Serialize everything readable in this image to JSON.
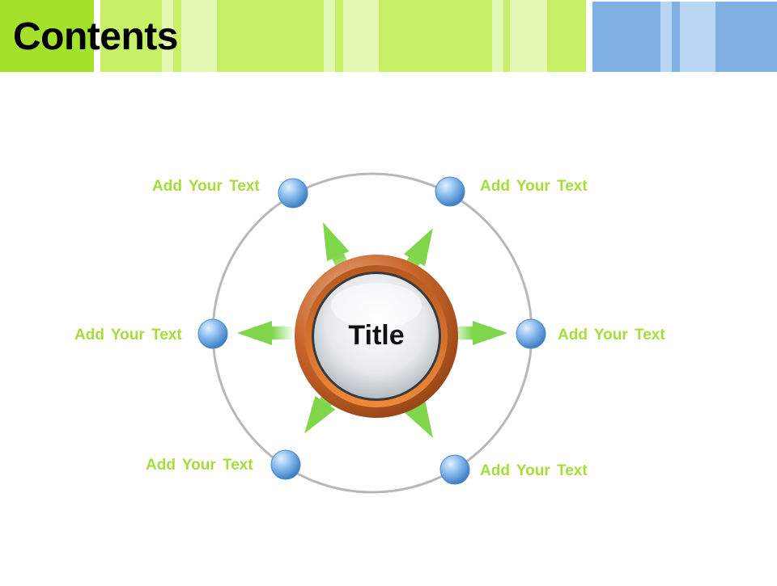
{
  "header": {
    "title": "Contents",
    "colors": {
      "green": "#a5e02a",
      "light_green": "#c8f066",
      "pale_green": "#e4f9b3",
      "blue": "#7fb2e3",
      "light_blue": "#b9d6f4"
    }
  },
  "diagram": {
    "center_title": "Title",
    "nodes": [
      {
        "label": "Add Your Text"
      },
      {
        "label": "Add Your Text"
      },
      {
        "label": "Add Your Text"
      },
      {
        "label": "Add Your Text"
      },
      {
        "label": "Add Your Text"
      },
      {
        "label": "Add Your Text"
      }
    ],
    "colors": {
      "label_text": "#a6dc3c",
      "ring": "#b8b8b8",
      "arrow": "#7fd64a",
      "node": "#5b9de0",
      "center_ring": "#c8642a"
    }
  }
}
